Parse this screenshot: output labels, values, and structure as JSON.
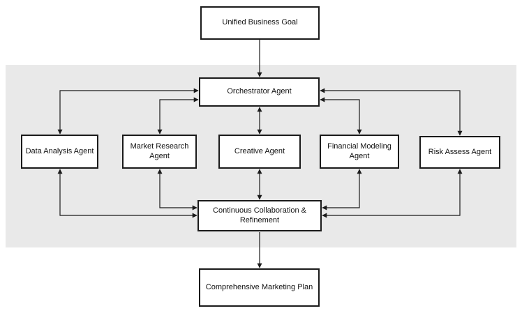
{
  "diagram": {
    "nodes": {
      "goal": "Unified Business Goal",
      "orchestrator": "Orchestrator Agent",
      "data_analysis": "Data Analysis Agent",
      "market_research": "Market Research Agent",
      "creative": "Creative Agent",
      "financial_modeling": "Financial Modeling Agent",
      "risk_assess": "Risk Assess Agent",
      "collaboration": "Continuous Collaboration & Refinement",
      "plan": "Comprehensive Marketing Plan"
    },
    "edges": [
      {
        "from": "goal",
        "to": "orchestrator",
        "direction": "forward"
      },
      {
        "from": "orchestrator",
        "to": "data_analysis",
        "direction": "both"
      },
      {
        "from": "orchestrator",
        "to": "market_research",
        "direction": "both"
      },
      {
        "from": "orchestrator",
        "to": "creative",
        "direction": "both"
      },
      {
        "from": "orchestrator",
        "to": "financial_modeling",
        "direction": "both"
      },
      {
        "from": "orchestrator",
        "to": "risk_assess",
        "direction": "both"
      },
      {
        "from": "data_analysis",
        "to": "collaboration",
        "direction": "both"
      },
      {
        "from": "market_research",
        "to": "collaboration",
        "direction": "both"
      },
      {
        "from": "creative",
        "to": "collaboration",
        "direction": "both"
      },
      {
        "from": "financial_modeling",
        "to": "collaboration",
        "direction": "both"
      },
      {
        "from": "risk_assess",
        "to": "collaboration",
        "direction": "both"
      },
      {
        "from": "collaboration",
        "to": "plan",
        "direction": "forward"
      }
    ],
    "colors": {
      "region_background": "#e9e9e9",
      "node_border": "#1a1a1a",
      "node_fill": "#ffffff",
      "line": "#1a1a1a"
    }
  }
}
